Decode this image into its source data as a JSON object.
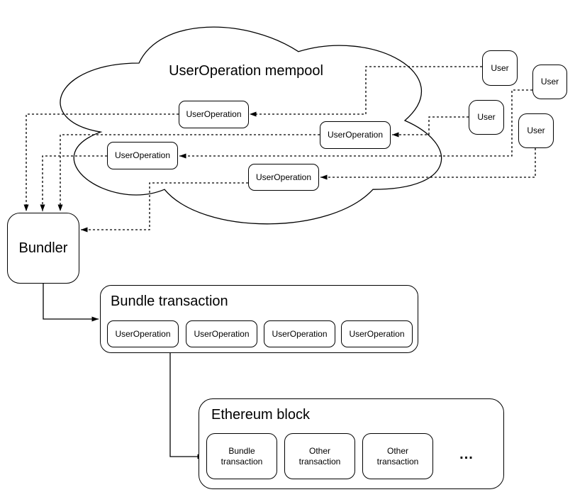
{
  "cloud": {
    "title": "UserOperation mempool",
    "operations": [
      "UserOperation",
      "UserOperation",
      "UserOperation",
      "UserOperation"
    ]
  },
  "users": [
    "User",
    "User",
    "User",
    "User"
  ],
  "bundler": {
    "label": "Bundler"
  },
  "bundle_transaction": {
    "title": "Bundle transaction",
    "operations": [
      "UserOperation",
      "UserOperation",
      "UserOperation",
      "UserOperation"
    ]
  },
  "ethereum_block": {
    "title": "Ethereum block",
    "transactions": [
      "Bundle transaction",
      "Other transaction",
      "Other transaction"
    ],
    "ellipsis": "..."
  },
  "colors": {
    "stroke": "#000000",
    "fill": "#ffffff",
    "background": "#ffffff"
  },
  "edges": [
    {
      "from": "user-1",
      "to": "mempool-userop-1",
      "style": "dashed-arrow"
    },
    {
      "from": "user-2",
      "to": "mempool-userop-2",
      "style": "dashed-arrow"
    },
    {
      "from": "user-3",
      "to": "mempool-userop-4",
      "style": "dashed-arrow"
    },
    {
      "from": "user-4",
      "to": "mempool-userop-3",
      "style": "dashed-arrow"
    },
    {
      "from": "mempool-userop-1",
      "to": "bundler",
      "style": "dashed-arrow"
    },
    {
      "from": "mempool-userop-2",
      "to": "bundler",
      "style": "dashed-arrow"
    },
    {
      "from": "mempool-userop-3",
      "to": "bundler",
      "style": "dashed-arrow"
    },
    {
      "from": "mempool-userop-4",
      "to": "bundler",
      "style": "dashed-arrow"
    },
    {
      "from": "bundler",
      "to": "bundle-transaction",
      "style": "solid-arrow"
    },
    {
      "from": "bundle-transaction",
      "to": "ethereum-block-bundle-transaction",
      "style": "solid-arrow"
    }
  ]
}
